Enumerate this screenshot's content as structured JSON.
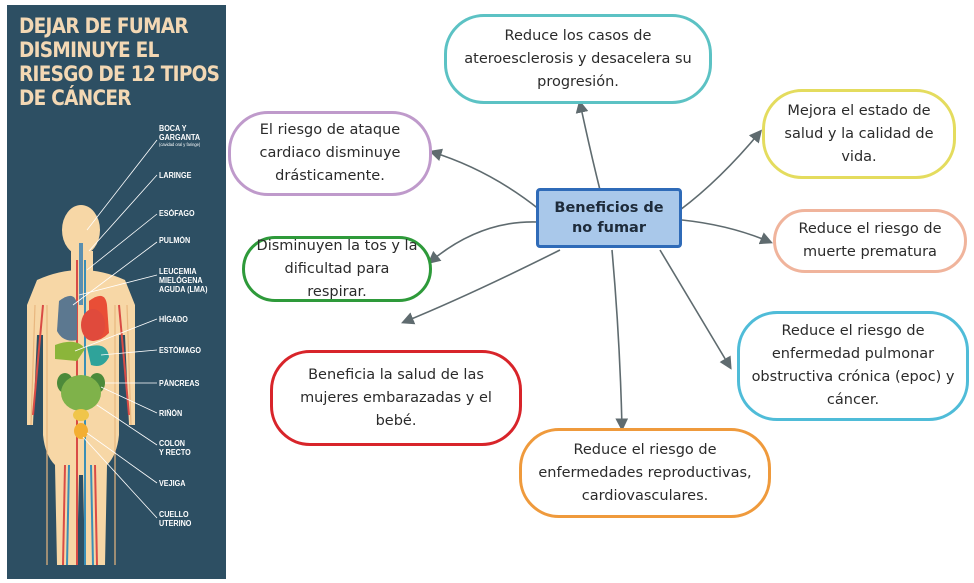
{
  "infographic": {
    "title_lines": [
      "DEJAR DE FUMAR",
      "DISMINUYE EL",
      "RIESGO DE 12 TIPOS",
      "DE CÁNCER"
    ],
    "labels": [
      {
        "text": "BOCA Y",
        "text2": "GARGANTA",
        "sub": "(cavidad oral y faringe)"
      },
      {
        "text": "LARINGE"
      },
      {
        "text": "ESÓFAGO"
      },
      {
        "text": "PULMÓN"
      },
      {
        "text": "LEUCEMIA",
        "text2": "MIELÓGENA",
        "text3": "AGUDA (LMA)"
      },
      {
        "text": "HÍGADO"
      },
      {
        "text": "ESTÓMAGO"
      },
      {
        "text": "PÁNCREAS"
      },
      {
        "text": "RIÑÓN"
      },
      {
        "text": "COLON",
        "text2": "Y RECTO"
      },
      {
        "text": "VEJIGA"
      },
      {
        "text": "CUELLO",
        "text2": "UTERINO"
      }
    ]
  },
  "mindmap": {
    "center": {
      "line1": "Beneficios de",
      "line2": "no fumar"
    },
    "nodes": [
      {
        "id": "ateroesclerosis",
        "lines": [
          "Reduce los casos de",
          "ateroesclerosis  y desacelera su",
          "progresión."
        ],
        "color": "#5cc2c4"
      },
      {
        "id": "calidad-vida",
        "lines": [
          "Mejora el estado de",
          "salud y la calidad de",
          "vida."
        ],
        "color": "#e4dc5e"
      },
      {
        "id": "muerte-prematura",
        "lines": [
          "Reduce el riesgo de",
          "muerte prematura"
        ],
        "color": "#f0b49c"
      },
      {
        "id": "epoc",
        "lines": [
          "Reduce el riesgo de",
          "enfermedad pulmonar",
          "obstructiva crónica (epoc) y",
          "cáncer."
        ],
        "color": "#4fbcd8"
      },
      {
        "id": "reproductivas",
        "lines": [
          "Reduce el riesgo de",
          "enfermedades reproductivas,",
          "cardiovasculares."
        ],
        "color": "#ef9a3c"
      },
      {
        "id": "embarazadas",
        "lines": [
          "Beneficia la salud de las",
          "mujeres embarazadas y el",
          "bebé."
        ],
        "color": "#d8242a"
      },
      {
        "id": "tos",
        "lines": [
          "Disminuyen la tos y la",
          "dificultad para respirar."
        ],
        "color": "#2e9a3a"
      },
      {
        "id": "ataque-cardiaco",
        "lines": [
          "El riesgo de ataque",
          "cardiaco disminuye",
          "drásticamente."
        ],
        "color": "#bf9acb"
      }
    ]
  }
}
